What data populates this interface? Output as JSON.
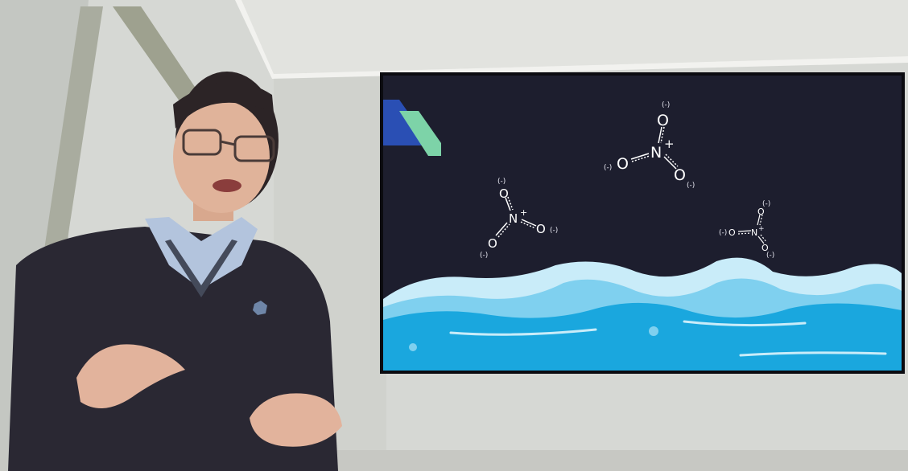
{
  "slide": {
    "background": "#1d1e2e",
    "wave_colors": [
      "#1aa7de",
      "#7fd0ef",
      "#c9ecf9"
    ],
    "accent_colors": [
      "#2a4fb4",
      "#7dd3a8"
    ]
  },
  "molecules": [
    {
      "labels": {
        "n": "N",
        "n_charge": "+",
        "o_top": "O",
        "o_left": "O",
        "o_right": "O",
        "c_top": "(-)",
        "c_left": "(-)",
        "c_right": "(-)"
      }
    },
    {
      "labels": {
        "n": "N",
        "n_charge": "+",
        "o_top": "O",
        "o_left": "O",
        "o_right": "O",
        "c_top": "(-)",
        "c_left": "(-)",
        "c_right": "(-)"
      }
    },
    {
      "labels": {
        "n": "N",
        "n_charge": "+",
        "o_top": "O",
        "o_left": "O",
        "o_right": "O",
        "c_top": "(-)",
        "c_left": "(-)",
        "c_right": "(-)"
      }
    }
  ]
}
